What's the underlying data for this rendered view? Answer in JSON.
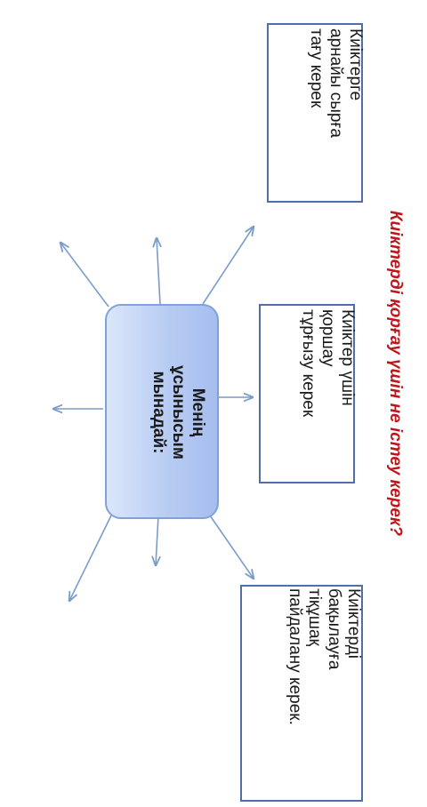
{
  "title": "Киіктерді қорғау үшін не істеу керек?",
  "center": {
    "text": "Менің\nұсынысым\nмынадай:"
  },
  "boxes": [
    {
      "text": "Киіктерге\nарнайы сырға\nтағу керек"
    },
    {
      "text": "Киіктер үшін\nқоршау\nтұрғызу керек"
    },
    {
      "text": "Киіктерді\nбақылауға\nтіқұшақ\nпайдалану керек."
    }
  ],
  "colors": {
    "title": "#c0161b",
    "arrow": "#7a9cc8",
    "border": "#4f6fa8",
    "center_fill": "#b8ccf3"
  }
}
